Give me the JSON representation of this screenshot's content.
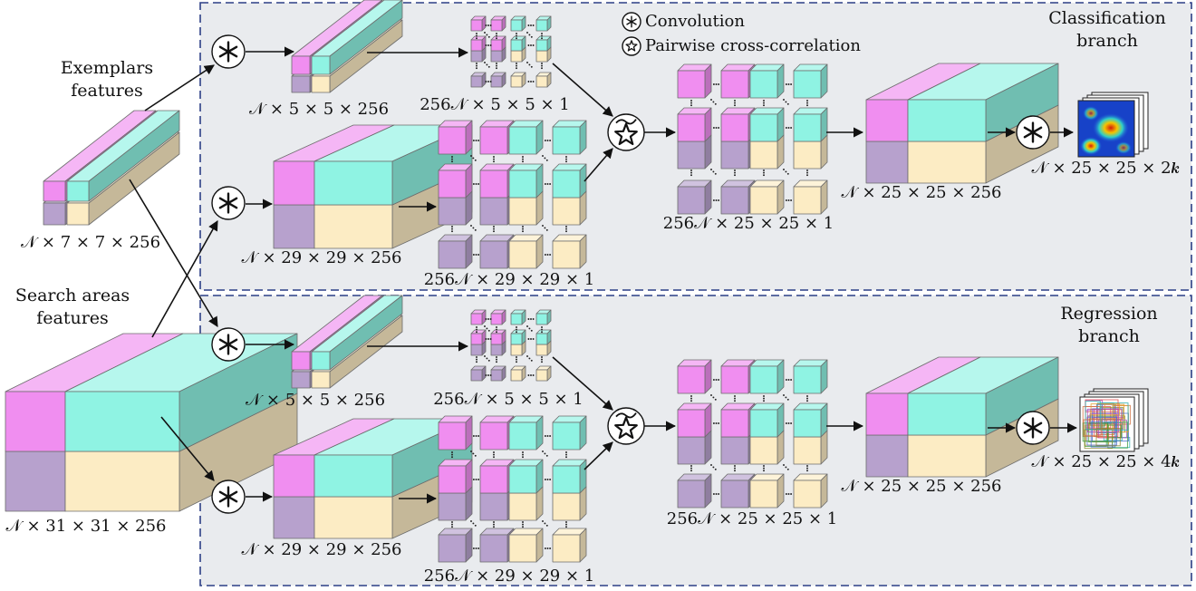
{
  "inputs": {
    "exemplars_title": [
      "Exemplars",
      "features"
    ],
    "exemplars_dims": "𝒩 × 7 × 7 × 256",
    "search_title": [
      "Search areas",
      "features"
    ],
    "search_dims": "𝒩 × 31 × 31 × 256"
  },
  "legend": {
    "convolution": "Convolution",
    "cross_correlation": "Pairwise cross-correlation"
  },
  "branches": {
    "classification": {
      "title": [
        "Classification",
        "branch"
      ],
      "labels": {
        "exemplar_conv": "𝒩 × 5 × 5 × 256",
        "exemplar_split": "256𝒩 × 5 × 5 × 1",
        "search_conv": "𝒩 × 29 × 29 × 256",
        "search_split": "256𝒩 × 29 × 29 × 1",
        "correlation": "256𝒩 × 25 × 25 × 1",
        "fused": "𝒩 × 25 × 25 × 256",
        "output": "𝒩 × 25 × 25 × 2𝒌"
      }
    },
    "regression": {
      "title": [
        "Regression",
        "branch"
      ],
      "labels": {
        "exemplar_conv": "𝒩 × 5 × 5 × 256",
        "exemplar_split": "256𝒩 × 5 × 5 × 1",
        "search_conv": "𝒩 × 29 × 29 × 256",
        "search_split": "256𝒩 × 29 × 29 × 1",
        "correlation": "256𝒩 × 25 × 25 × 1",
        "fused": "𝒩 × 25 × 25 × 256",
        "output": "𝒩 × 25 × 25 × 4𝒌"
      }
    }
  },
  "colors": {
    "pink": "#f08ef0",
    "cyan": "#8ff3e3",
    "purple": "#b7a1cd",
    "cream": "#fcecc4",
    "panel": "#e9ebee",
    "border": "#2c3f86"
  }
}
